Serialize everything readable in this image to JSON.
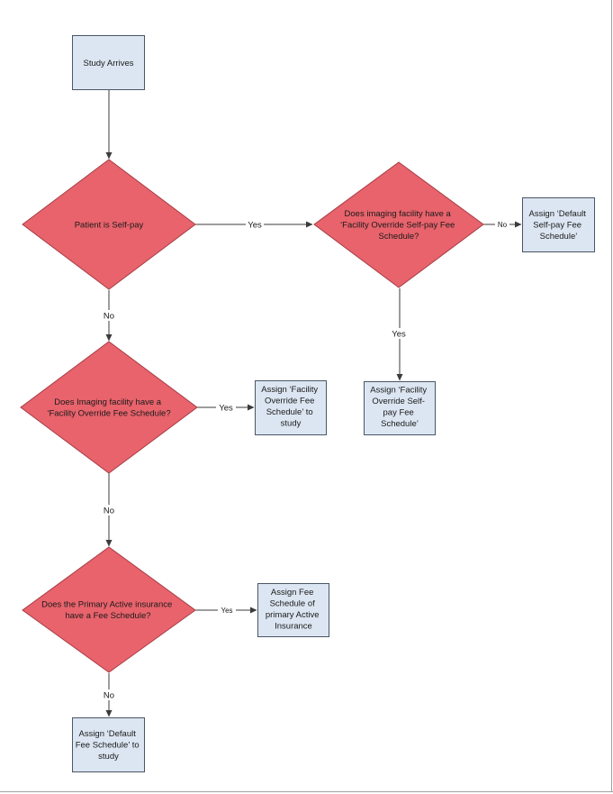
{
  "colors": {
    "box_fill": "#dce6f2",
    "box_stroke": "#4a5666",
    "diamond_fill": "#e8636c",
    "diamond_stroke": "#a63d45",
    "line": "#3b3b3b"
  },
  "nodes": {
    "start": {
      "lines": [
        "Study Arrives"
      ]
    },
    "self_pay": {
      "lines": [
        "Patient is Self-pay"
      ]
    },
    "facility_selfpay_q": {
      "lines": [
        "Does imaging facility have a",
        "‘Facility Override Self-pay Fee",
        "Schedule?"
      ]
    },
    "default_selfpay": {
      "lines": [
        "Assign ‘Default",
        "Self-pay Fee",
        "Schedule’"
      ]
    },
    "facility_selfpay_assign": {
      "lines": [
        "Assign ‘Facility",
        "Override Self-",
        "pay Fee",
        "Schedule’"
      ]
    },
    "facility_override_q": {
      "lines": [
        "Does Imaging facility have a",
        "‘Facility Override Fee Schedule?"
      ]
    },
    "facility_override_assign": {
      "lines": [
        "Assign ‘Facility",
        "Override Fee",
        "Schedule’ to",
        "study"
      ]
    },
    "primary_q": {
      "lines": [
        "Does the Primary Active insurance",
        "have a Fee Schedule?"
      ]
    },
    "primary_assign": {
      "lines": [
        "Assign Fee",
        "Schedule of",
        "primary Active",
        "Insurance"
      ]
    },
    "default_assign": {
      "lines": [
        "Assign ‘Default",
        "Fee Schedule’ to",
        "study"
      ]
    }
  },
  "edges": {
    "selfpay_yes": "Yes",
    "selfpay_no": "No",
    "facility_selfpay_no": "No",
    "facility_selfpay_yes": "Yes",
    "facility_override_yes": "Yes",
    "facility_override_no": "No",
    "primary_yes": "Yes",
    "primary_no": "No"
  }
}
